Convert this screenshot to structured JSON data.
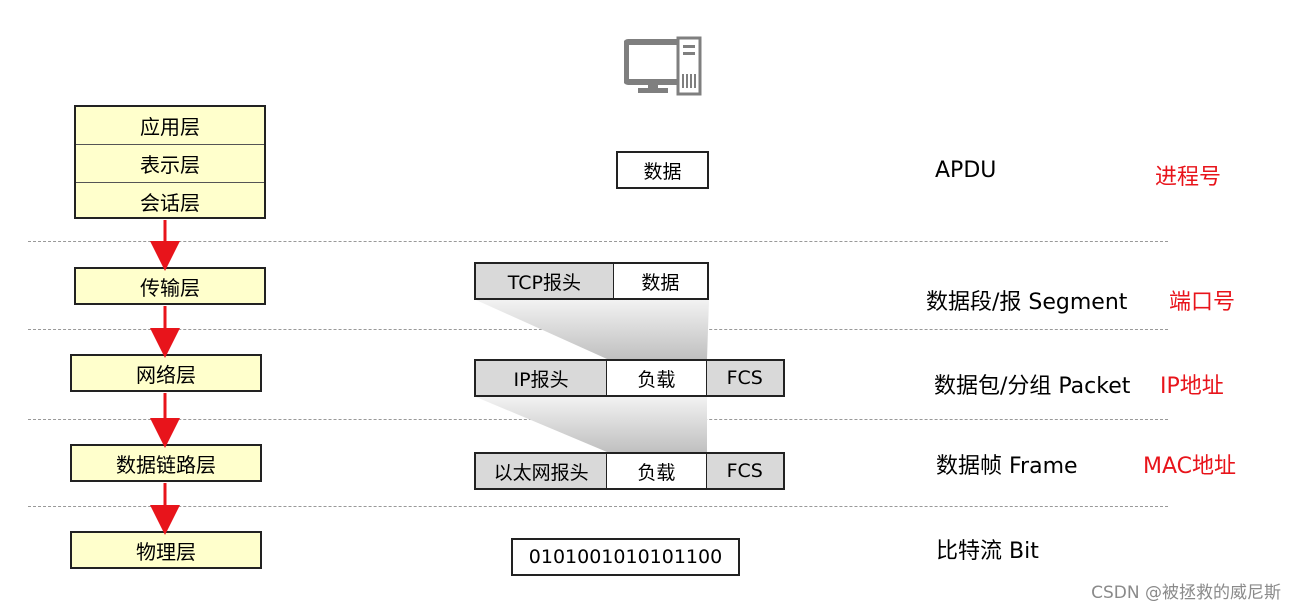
{
  "layers": {
    "app": "应用层",
    "presentation": "表示层",
    "session": "会话层",
    "transport": "传输层",
    "network": "网络层",
    "datalink": "数据链路层",
    "physical": "物理层"
  },
  "pdu_boxes": {
    "app_data": "数据",
    "tcp_header": "TCP报头",
    "tcp_data": "数据",
    "ip_header": "IP报头",
    "ip_payload": "负载",
    "ip_fcs": "FCS",
    "eth_header": "以太网报头",
    "eth_payload": "负载",
    "eth_fcs": "FCS",
    "bits": "0101001010101100"
  },
  "pdu_names": {
    "app": "APDU",
    "transport": "数据段/报 Segment",
    "network": "数据包/分组 Packet",
    "datalink": "数据帧 Frame",
    "physical": "比特流 Bit"
  },
  "addressing": {
    "app": "进程号",
    "transport": "端口号",
    "network": "IP地址",
    "datalink": "MAC地址"
  },
  "colors": {
    "layer_fill": "#ffffcc",
    "header_fill": "#d9d9d9",
    "arrow": "#e8141b",
    "address_text": "#e8141b"
  },
  "icons": {
    "computer": "computer-icon"
  },
  "watermark": "CSDN @被拯救的威尼斯"
}
